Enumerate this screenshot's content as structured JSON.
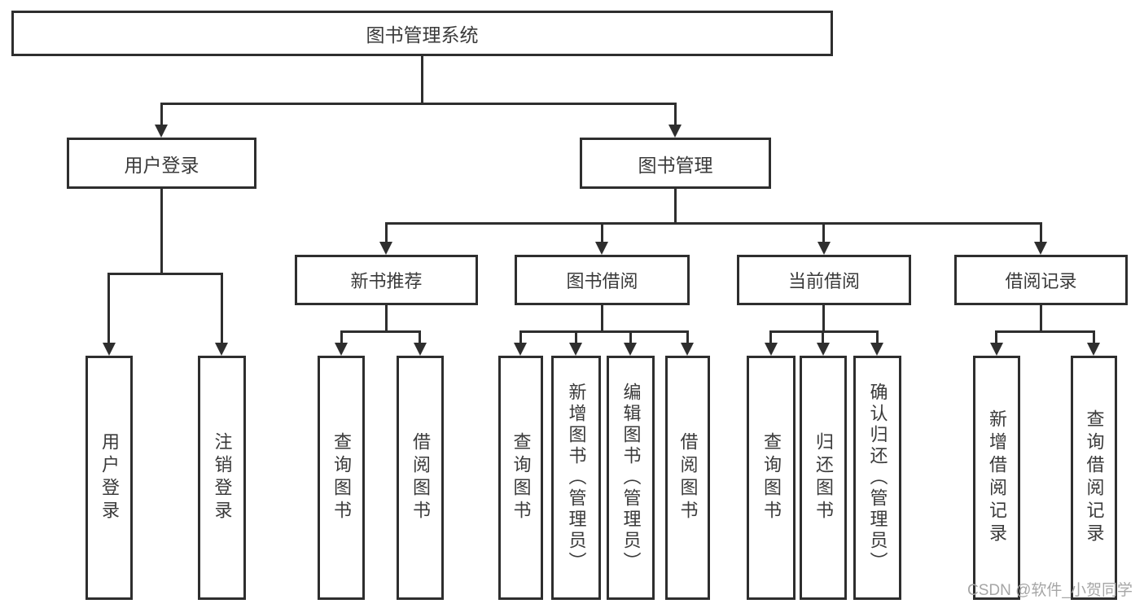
{
  "tree": {
    "root": {
      "label": "图书管理系统"
    },
    "branches": [
      {
        "label": "用户登录",
        "children": [
          {
            "label": "用户登录"
          },
          {
            "label": "注销登录"
          }
        ]
      },
      {
        "label": "图书管理",
        "children": [
          {
            "label": "新书推荐",
            "children": [
              {
                "label": "查询图书"
              },
              {
                "label": "借阅图书"
              }
            ]
          },
          {
            "label": "图书借阅",
            "children": [
              {
                "label": "查询图书"
              },
              {
                "label": "新增图书（管理员）"
              },
              {
                "label": "编辑图书（管理员）"
              },
              {
                "label": "借阅图书"
              }
            ]
          },
          {
            "label": "当前借阅",
            "children": [
              {
                "label": "查询图书"
              },
              {
                "label": "归还图书"
              },
              {
                "label": "确认归还（管理员）"
              }
            ]
          },
          {
            "label": "借阅记录",
            "children": [
              {
                "label": "新增借阅记录"
              },
              {
                "label": "查询借阅记录"
              }
            ]
          }
        ]
      }
    ]
  },
  "watermark": "CSDN @软件_小贺同学",
  "colors": {
    "line": "#2e2e2e",
    "text": "#3a3a3a",
    "watermark": "#a6a6a6",
    "background": "#ffffff"
  }
}
